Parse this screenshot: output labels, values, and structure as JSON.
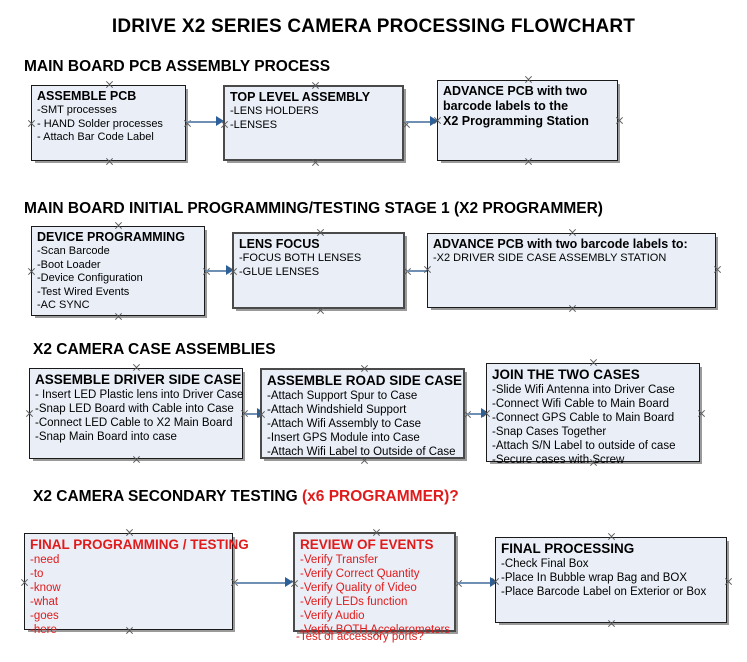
{
  "title": "IDRIVE X2  SERIES CAMERA PROCESSING FLOWCHART",
  "colors": {
    "box_fill": "#e9eef7",
    "box_border": "#1a1a1a",
    "arrow": "#2d6099",
    "accent_red": "#e01b1b",
    "text": "#000000"
  },
  "sections": [
    {
      "heading": "MAIN BOARD PCB ASSEMBLY PROCESS",
      "heading_suffix": "",
      "boxes": [
        {
          "title": "ASSEMBLE PCB",
          "lines": [
            "-SMT processes",
            "- HAND Solder processes",
            "- Attach Bar Code Label"
          ]
        },
        {
          "title": "TOP LEVEL ASSEMBLY",
          "lines": [
            "-LENS HOLDERS",
            "-LENSES"
          ]
        },
        {
          "title": "ADVANCE PCB with two",
          "lines": [
            "barcode labels to the",
            " X2 Programming Station"
          ]
        }
      ]
    },
    {
      "heading": "MAIN BOARD INITIAL PROGRAMMING/TESTING STAGE 1 (X2 PROGRAMMER)",
      "heading_suffix": "",
      "boxes": [
        {
          "title": "DEVICE PROGRAMMING",
          "lines": [
            "-Scan Barcode",
            "-Boot Loader",
            "-Device Configuration",
            "-Test Wired Events",
            "-AC SYNC"
          ]
        },
        {
          "title": "LENS FOCUS",
          "lines": [
            "-FOCUS BOTH LENSES",
            "-GLUE LENSES"
          ]
        },
        {
          "title": "ADVANCE PCB with two barcode labels to:",
          "lines": [
            "-X2 DRIVER  SIDE  CASE  ASSEMBLY STATION"
          ]
        }
      ]
    },
    {
      "heading": "X2 CAMERA CASE ASSEMBLIES",
      "heading_suffix": "",
      "boxes": [
        {
          "title": "ASSEMBLE DRIVER SIDE CASE",
          "lines": [
            "- Insert LED Plastic lens into Driver Case",
            "-Snap LED Board with Cable into Case",
            "-Connect LED Cable to X2 Main Board",
            "-Snap Main Board into case"
          ]
        },
        {
          "title": "ASSEMBLE ROAD SIDE CASE",
          "lines": [
            "-Attach Support Spur to Case",
            "-Attach Windshield Support",
            "-Attach Wifi Assembly to Case",
            "-Insert GPS Module into Case",
            "-Attach Wifi Label to Outside of Case"
          ]
        },
        {
          "title": "JOIN THE TWO CASES",
          "lines": [
            "-Slide Wifi Antenna into Driver Case",
            "-Connect Wifi Cable to Main Board",
            "-Connect GPS Cable to Main Board",
            "-Snap Cases Together",
            "-Attach S/N Label to outside of case",
            "-Secure cases with Screw"
          ]
        }
      ]
    },
    {
      "heading": "X2 CAMERA SECONDARY TESTING ",
      "heading_suffix": "(x6 PROGRAMMER)?",
      "boxes": [
        {
          "title": "FINAL PROGRAMMING / TESTING",
          "lines": [
            "-need",
            "-to",
            "-know",
            "-what",
            "-goes",
            "-here"
          ]
        },
        {
          "title": "REVIEW OF EVENTS",
          "lines": [
            "-Verify Transfer",
            "-Verify Correct Quantity",
            "-Verify Quality of Video",
            "-Verify LEDs function",
            "-Verify Audio",
            "-Verify BOTH Accelerometers"
          ],
          "overflow": "-Test of accessory ports?"
        },
        {
          "title": "FINAL PROCESSING",
          "lines": [
            " -Check Final Box",
            "-Place In Bubble wrap Bag and BOX",
            "-Place Barcode Label on Exterior or Box"
          ]
        }
      ]
    }
  ]
}
